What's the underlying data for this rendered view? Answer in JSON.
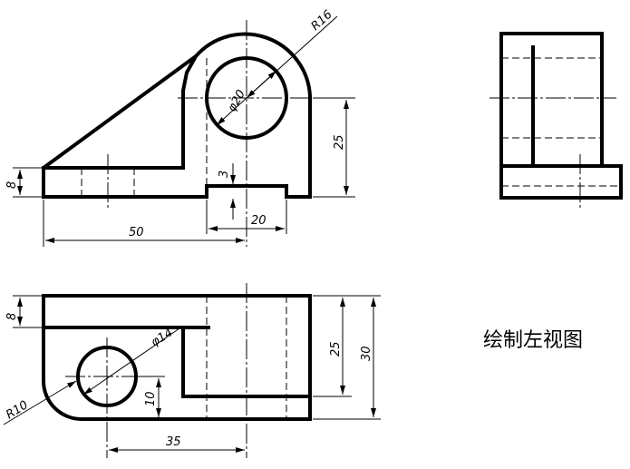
{
  "front_view": {
    "dims": {
      "r16": "R16",
      "phi20": "φ20",
      "d25": "25",
      "d8": "8",
      "d3": "3",
      "d50": "50",
      "d20": "20"
    }
  },
  "top_view": {
    "dims": {
      "d8": "8",
      "phi14": "φ14",
      "r10": "R10",
      "d10": "10",
      "d25": "25",
      "d30": "30",
      "d35": "35"
    }
  },
  "caption": "绘制左视图"
}
